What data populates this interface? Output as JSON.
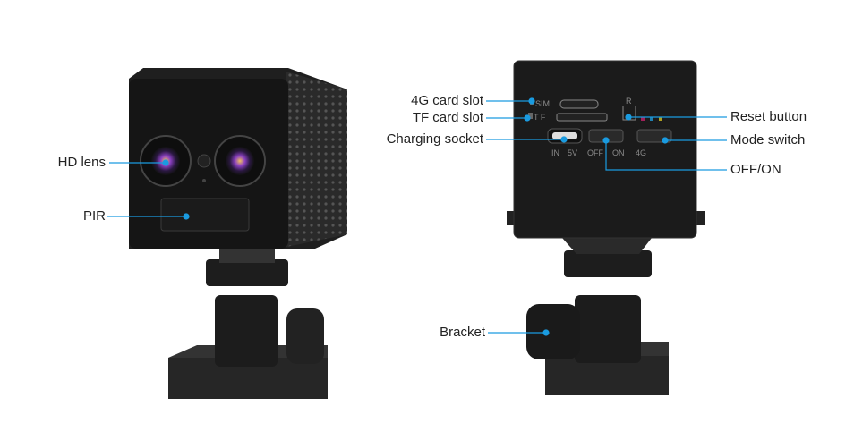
{
  "callouts": {
    "hd_lens": "HD lens",
    "pir": "PIR",
    "card_4g": "4G card slot",
    "tf_card": "TF card slot",
    "charging": "Charging socket",
    "reset": "Reset button",
    "mode": "Mode switch",
    "off_on": "OFF/ON",
    "bracket": "Bracket"
  },
  "device_print": {
    "sim": "SIM",
    "tf": "T F",
    "r": "R",
    "in": "IN",
    "v5": "5V",
    "off": "OFF",
    "on": "ON",
    "g4": "4G"
  },
  "colors": {
    "callout": "#1a9be0",
    "body": "#1e1e1e"
  }
}
